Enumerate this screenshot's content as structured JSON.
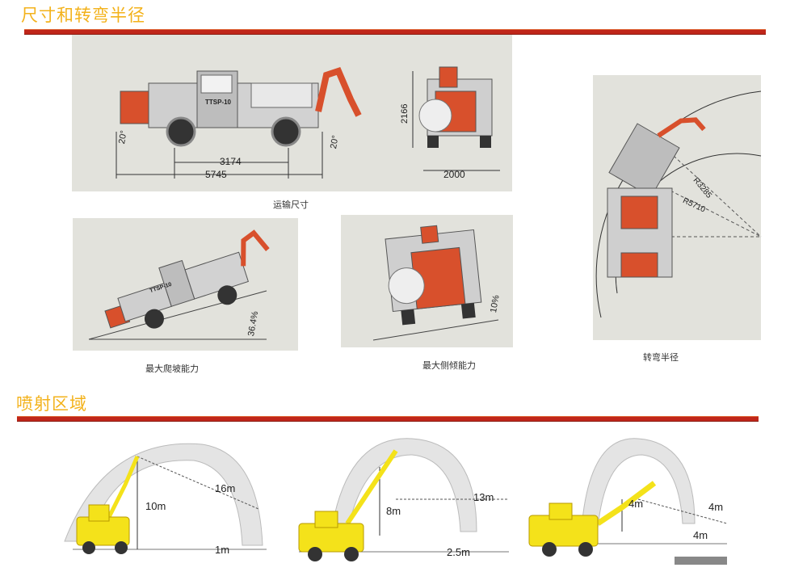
{
  "section1": {
    "title": "尺寸和转弯半径"
  },
  "section2": {
    "title": "喷射区域"
  },
  "transport": {
    "caption": "运输尺寸",
    "dim_wheelbase": "3174",
    "dim_length": "5745",
    "dim_height": "2166",
    "dim_width": "2000",
    "angle_front": "20°",
    "angle_rear": "20°",
    "model_label": "TTSP-10"
  },
  "climb": {
    "caption": "最大爬坡能力",
    "grade": "36.4%",
    "model_label": "TTSP-10"
  },
  "tilt": {
    "caption": "最大侧倾能力",
    "grade": "10%"
  },
  "turn": {
    "caption": "转弯半径",
    "r_inner": "R3285",
    "r_outer": "R5710"
  },
  "spray": [
    {
      "height": "10m",
      "width": "16m",
      "side": "1m"
    },
    {
      "height": "8m",
      "width": "13m",
      "side": "2.5m"
    },
    {
      "height": "4m",
      "width": "4m",
      "side": "4m"
    }
  ],
  "colors": {
    "title": "#f3b21b",
    "rule": "#c0261a",
    "arm": "#d8502c",
    "machine": "#f4e21a"
  }
}
